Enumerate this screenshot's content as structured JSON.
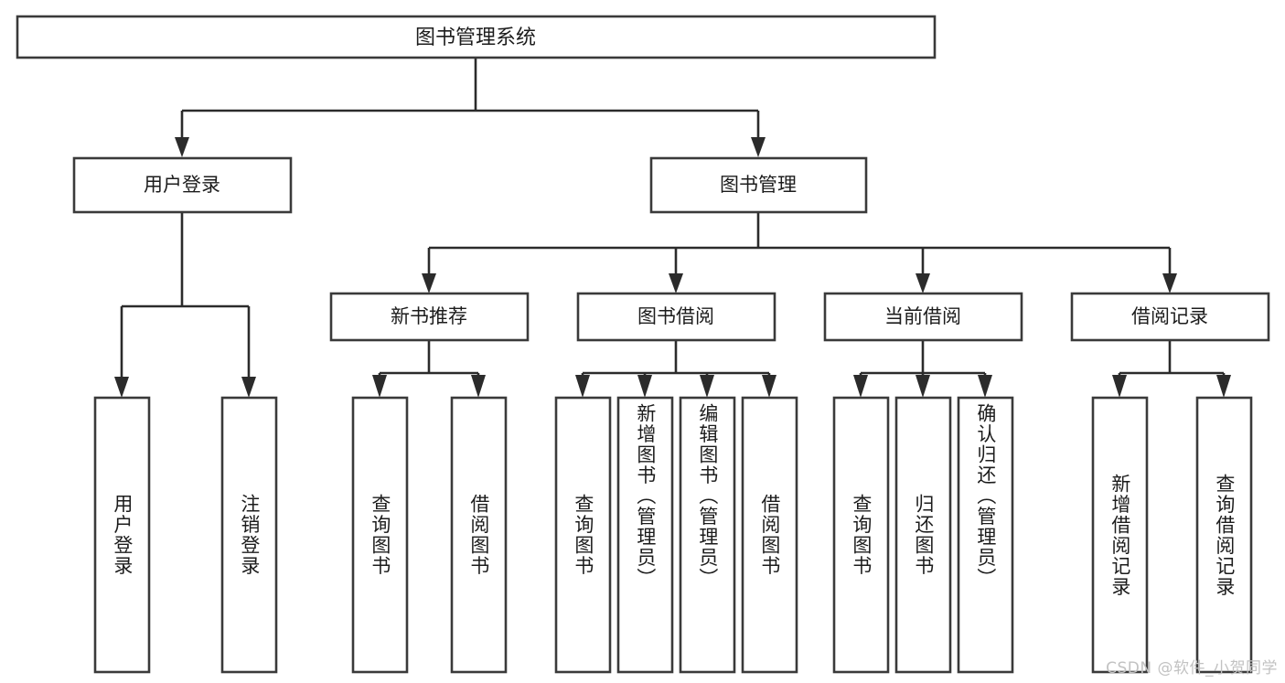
{
  "diagram": {
    "type": "tree",
    "title": "图书管理系统",
    "orientation": "top-down",
    "colors": {
      "background": "#ffffff",
      "box_fill": "#ffffff",
      "box_stroke": "#3a3a3a",
      "connector": "#2b2b2b",
      "text": "#1c1c1c",
      "watermark": "#c2c2c2"
    },
    "root": {
      "label": "图书管理系统"
    },
    "level1": [
      {
        "label": "用户登录"
      },
      {
        "label": "图书管理"
      }
    ],
    "level2": [
      {
        "label": "新书推荐"
      },
      {
        "label": "图书借阅"
      },
      {
        "label": "当前借阅"
      },
      {
        "label": "借阅记录"
      }
    ],
    "leaves": {
      "user_login": [
        {
          "label": "用户登录"
        },
        {
          "label": "注销登录"
        }
      ],
      "new_book_recommend": [
        {
          "label": "查询图书"
        },
        {
          "label": "借阅图书"
        }
      ],
      "book_borrow": [
        {
          "label": "查询图书"
        },
        {
          "label": "新增图书（管理员）"
        },
        {
          "label": "编辑图书（管理员）"
        },
        {
          "label": "借阅图书"
        }
      ],
      "current_borrow": [
        {
          "label": "查询图书"
        },
        {
          "label": "归还图书"
        },
        {
          "label": "确认归还（管理员）"
        }
      ],
      "borrow_record": [
        {
          "label": "新增借阅记录"
        },
        {
          "label": "查询借阅记录"
        }
      ]
    },
    "watermark": "CSDN @软件_小贺同学"
  }
}
